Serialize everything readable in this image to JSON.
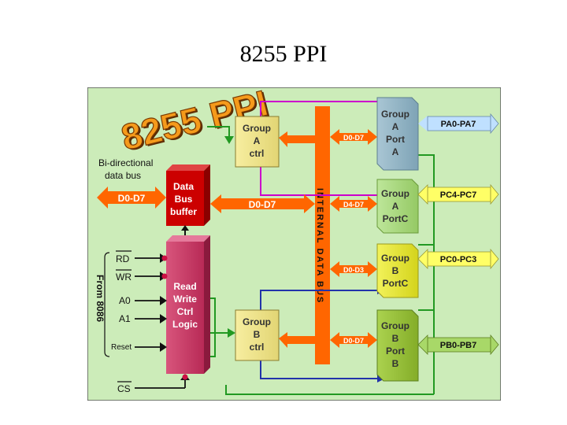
{
  "slide": {
    "title": "8255 PPI"
  },
  "diagram": {
    "logo": "8255 PPI",
    "internal_bus_label": "INTERNAL DATA BUS",
    "bidirectional_label_line1": "Bi-directional",
    "bidirectional_label_line2": "data bus",
    "left_arrow_label": "D0-D7",
    "dbb_line1": "Data",
    "dbb_line2": "Bus",
    "dbb_line3": "buffer",
    "dbb_bus_label": "D0-D7",
    "rw_line1": "Read",
    "rw_line2": "Write",
    "rw_line3": "Ctrl",
    "rw_line4": "Logic",
    "from_label": "From 8086",
    "signals": {
      "rd": "RD",
      "wr": "WR",
      "a0": "A0",
      "a1": "A1",
      "reset": "Reset",
      "cs": "CS"
    },
    "group_a_ctrl": {
      "line1": "Group",
      "line2": "A",
      "line3": "ctrl"
    },
    "group_b_ctrl": {
      "line1": "Group",
      "line2": "B",
      "line3": "ctrl"
    },
    "port_a": {
      "line1": "Group",
      "line2": "A",
      "line3": "Port",
      "line4": "A",
      "bus": "D0-D7",
      "pins": "PA0-PA7"
    },
    "port_c_upper": {
      "line1": "Group",
      "line2": "A",
      "line3": "PortC",
      "bus": "D4-D7",
      "pins": "PC4-PC7"
    },
    "port_c_lower": {
      "line1": "Group",
      "line2": "B",
      "line3": "PortC",
      "bus": "D0-D3",
      "pins": "PC0-PC3"
    },
    "port_b": {
      "line1": "Group",
      "line2": "B",
      "line3": "Port",
      "line4": "B",
      "bus": "D0-D7",
      "pins": "PB0-PB7"
    },
    "colors": {
      "background": "#ccecb9",
      "orange": "#ff6600",
      "dbb_red": "#cc0000",
      "rw_pink": "#cc3366",
      "group_ctrl": "#f0e68c",
      "port_a": "#8fb3c4",
      "port_c_upper": "#a8d878",
      "port_c_lower": "#e8e832",
      "port_b": "#9ac33a",
      "magenta": "#cc00cc",
      "blue": "#2233aa",
      "green": "#229922",
      "pin_box_light": "#bfe0ff",
      "pin_box_yellow": "#ffff66"
    }
  }
}
